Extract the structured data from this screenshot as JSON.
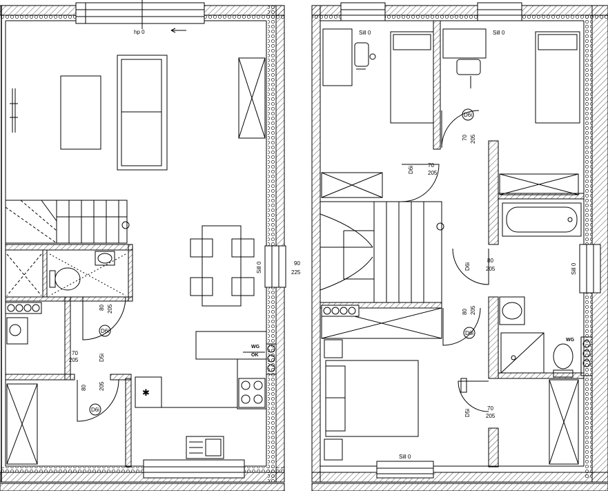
{
  "labels": {
    "hp": "hp 0",
    "sill": "Sill 0",
    "d6i": "D6i",
    "d5i": "D5i",
    "dim_70": "70",
    "dim_80": "80",
    "dim_90": "90",
    "dim_205": "205",
    "dim_225": "225",
    "wg": "WG",
    "ok": "OK"
  },
  "icons": {
    "fan": "✱"
  }
}
